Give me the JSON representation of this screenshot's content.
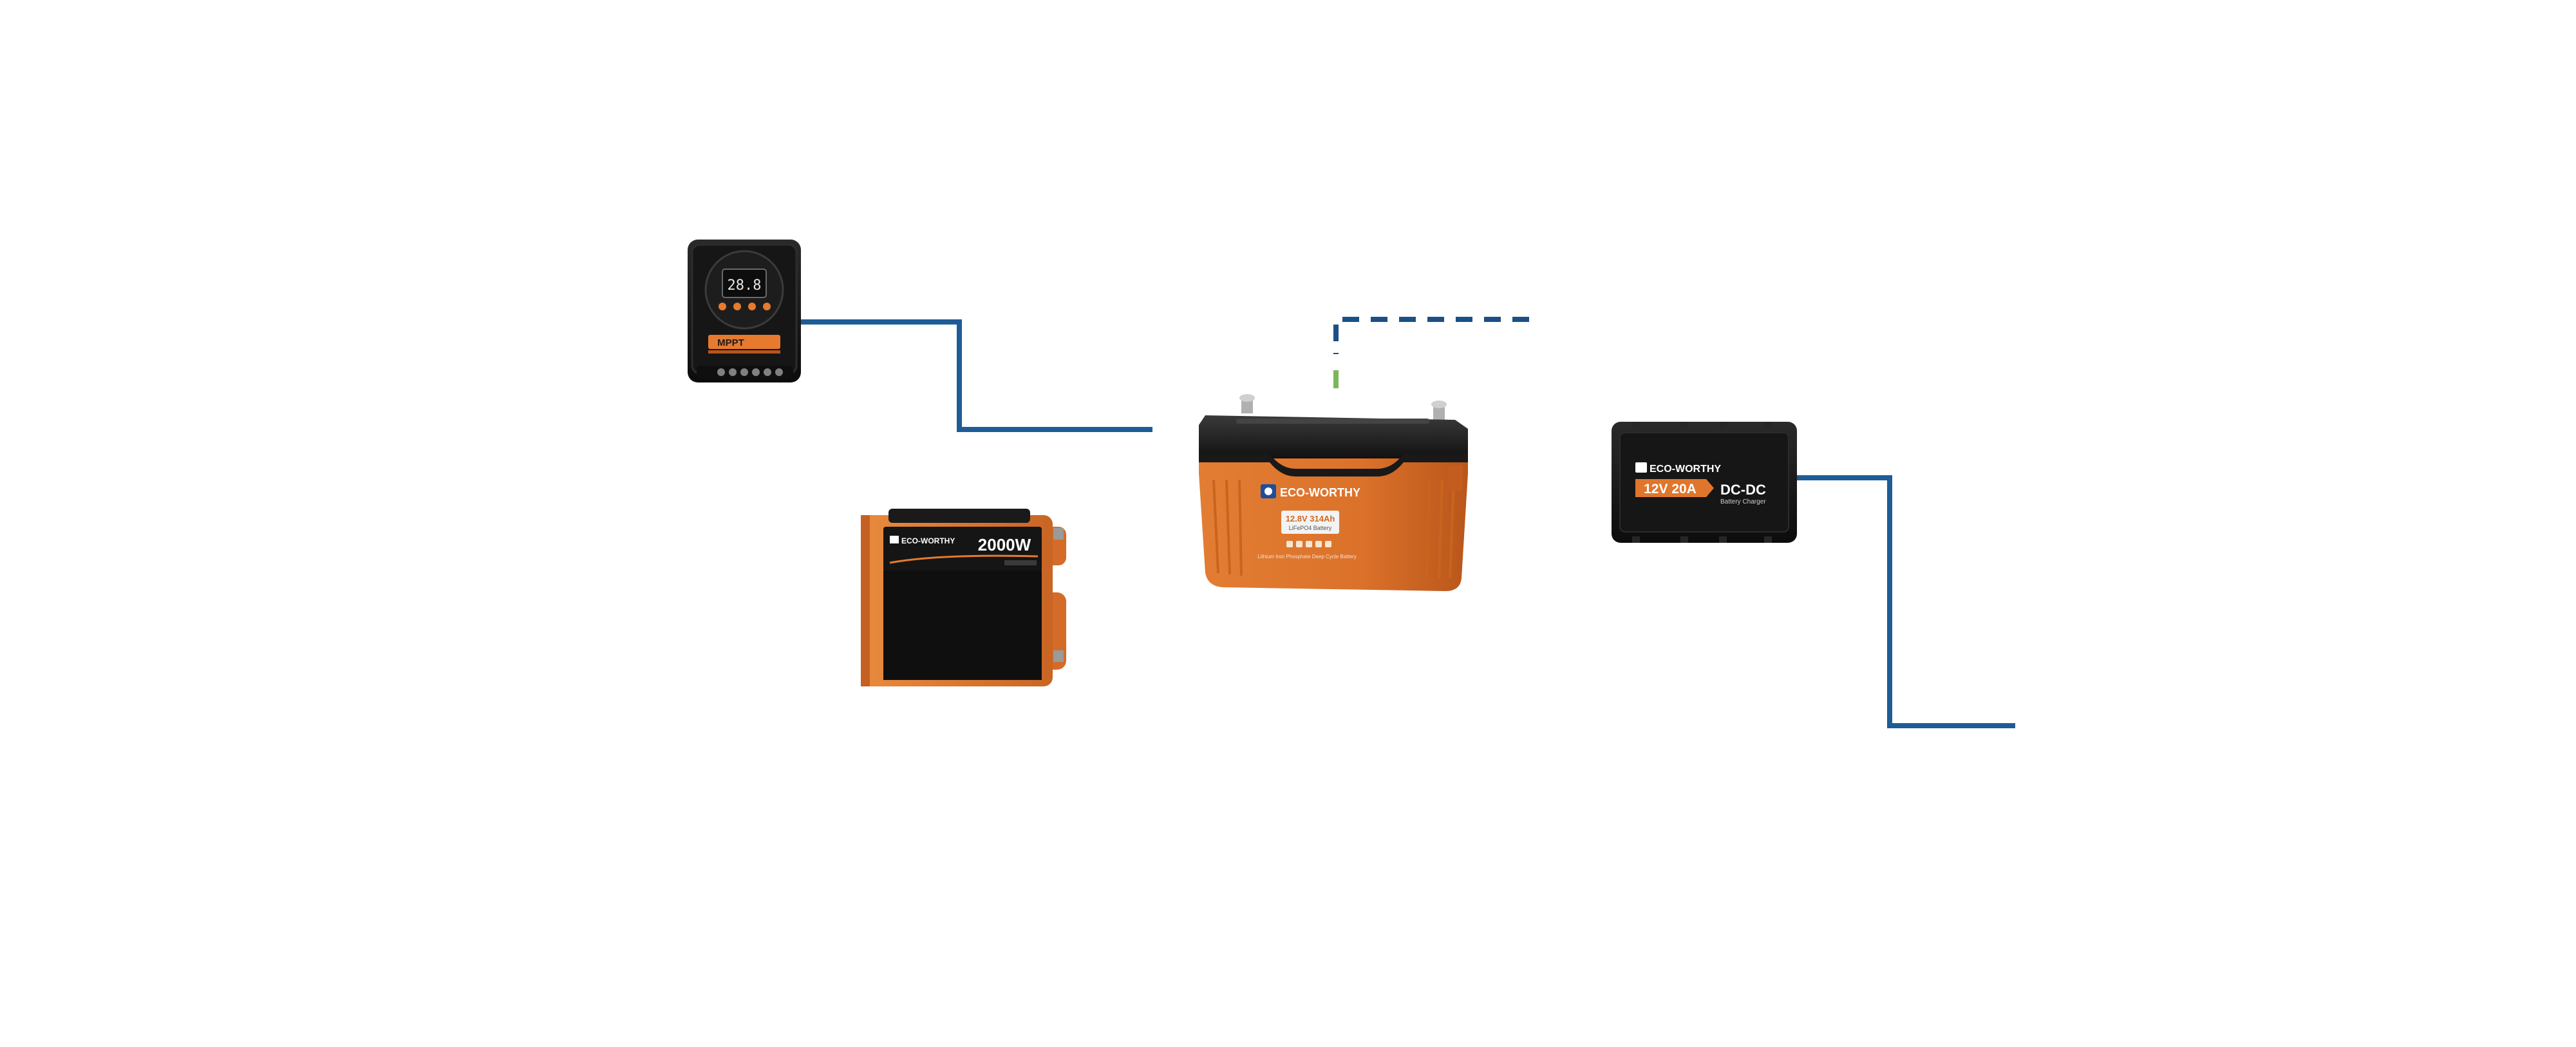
{
  "colors": {
    "background": "#ffffff",
    "line_green": "#7cb65b",
    "line_blue": "#1e5c96",
    "line_navy": "#16467f",
    "orange": "#e07a30",
    "orange_dark": "#b4561c",
    "black": "#141414"
  },
  "devices": {
    "mppt": {
      "label": "MPPT",
      "lcd_readout": "28.8",
      "icon": "mppt-controller-icon"
    },
    "inverter": {
      "brand": "ECO-WORTHY",
      "power": "2000W",
      "icon": "inverter-charger-icon"
    },
    "battery": {
      "brand": "ECO-WORTHY",
      "spec": "12.8V 314Ah",
      "spec_sub": "LiFePO4 Battery",
      "footer": "Lithium Iron Phosphate Deep Cycle Battery",
      "icon": "lifepo4-battery-icon"
    },
    "dcdc": {
      "brand": "ECO-WORTHY",
      "rating": "12V 20A",
      "title": "DC-DC",
      "subtitle": "Battery Charger",
      "icon": "dcdc-charger-icon"
    }
  }
}
